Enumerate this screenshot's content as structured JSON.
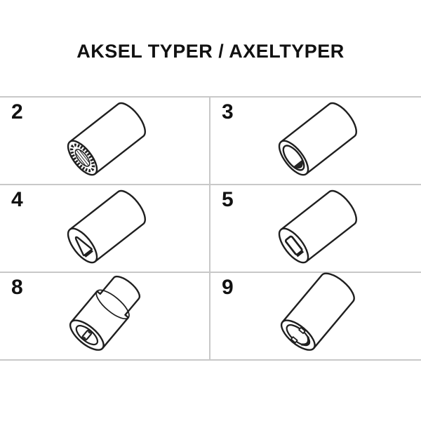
{
  "title": "AKSEL TYPER / AXELTYPER",
  "colors": {
    "background": "#ffffff",
    "line_art": "#1f1f1f",
    "grid_line": "#c8c8c8",
    "fill": "#ffffff",
    "shadow_fill": "#262626"
  },
  "cells": [
    {
      "number": "2",
      "icon": "splined-bore-axle-icon"
    },
    {
      "number": "3",
      "icon": "round-bore-flat-bottom-axle-icon"
    },
    {
      "number": "4",
      "icon": "triangular-bore-axle-icon"
    },
    {
      "number": "5",
      "icon": "square-bore-axle-icon"
    },
    {
      "number": "8",
      "icon": "slotted-bore-stepped-axle-icon"
    },
    {
      "number": "9",
      "icon": "notched-round-bore-axle-icon"
    }
  ]
}
